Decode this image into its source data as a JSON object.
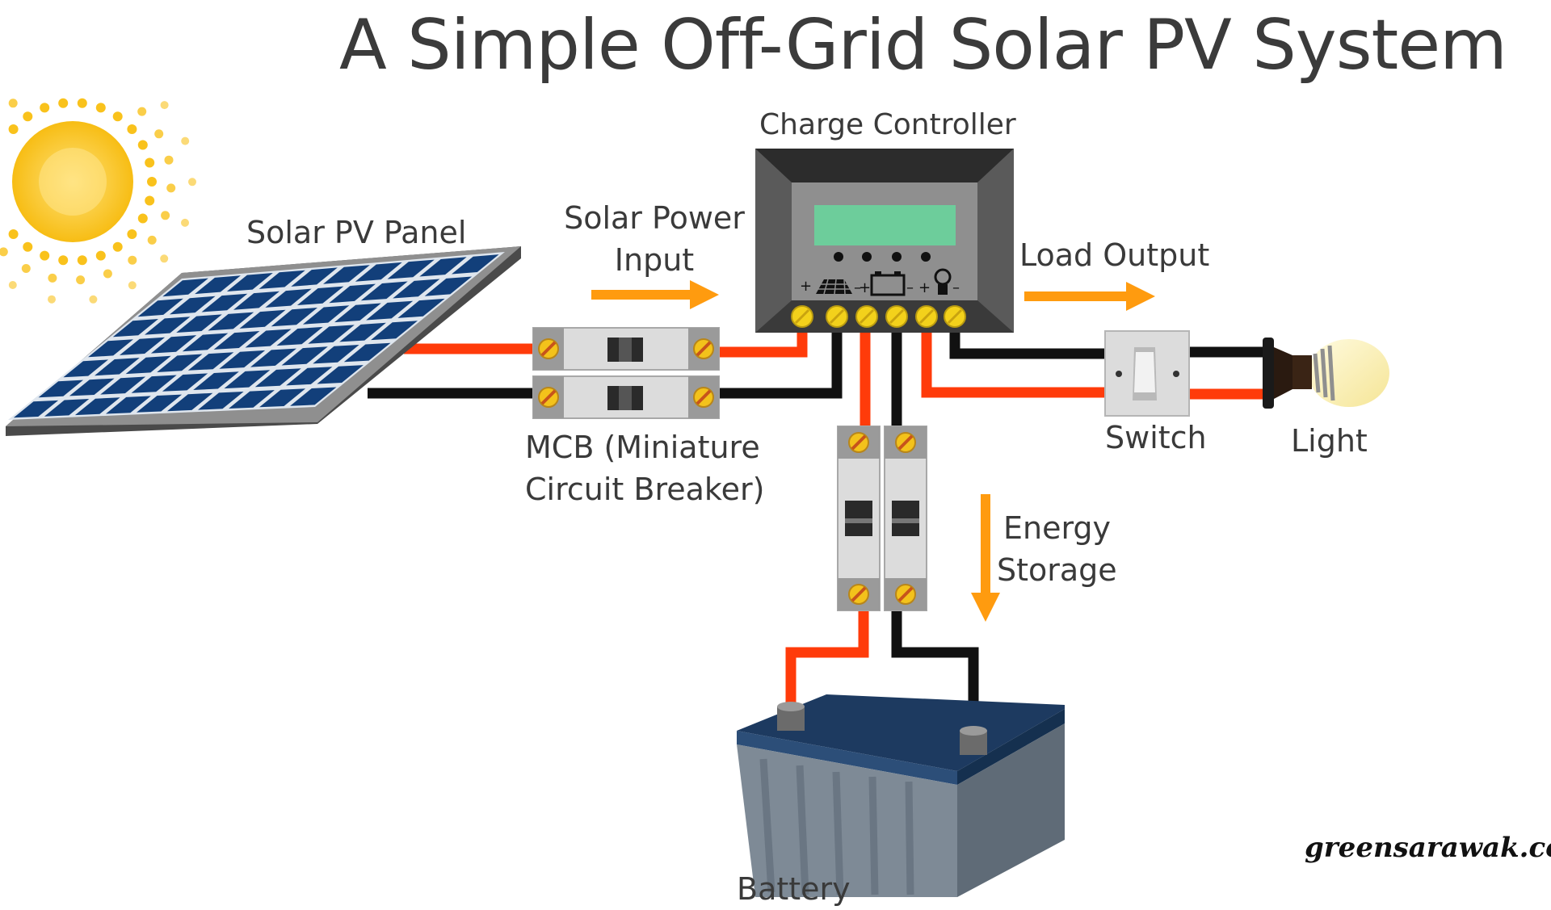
{
  "title": "A Simple Off-Grid Solar PV System",
  "labels": {
    "solar_panel": "Solar PV Panel",
    "solar_power_input": [
      "Solar Power",
      "Input"
    ],
    "charge_controller": "Charge Controller",
    "load_output": "Load Output",
    "mcb": [
      "MCB (Miniature",
      "Circuit Breaker)"
    ],
    "switch": "Switch",
    "light": "Light",
    "energy_storage": [
      "Energy",
      "Storage"
    ],
    "battery": "Battery"
  },
  "controller_icons": {
    "panel": "solar-panel-icon",
    "battery": "battery-icon",
    "load": "light-bulb-icon",
    "plus": "+",
    "minus": "–"
  },
  "watermark": "greensarawak.com",
  "colors": {
    "wire_positive": "#ff3b0a",
    "wire_negative": "#111111",
    "arrow": "#ff9b0f",
    "sun": "#f9c21c",
    "panel_cell": "#123f7a",
    "lcd": "#6dcd9b",
    "terminal": "#f3d11b",
    "battery_body": "#7e8a96",
    "battery_top": "#1d3a60"
  }
}
